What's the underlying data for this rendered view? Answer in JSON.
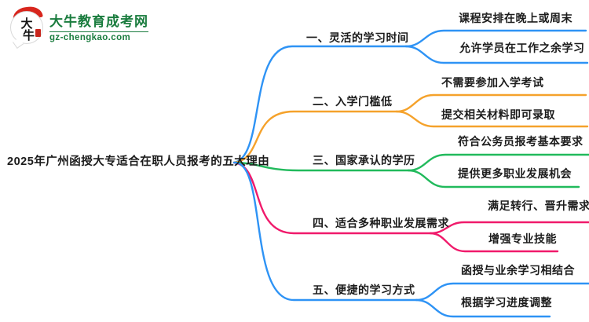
{
  "site": {
    "logo_title": "大牛教育成考网",
    "logo_domain": "gz-chengkao.com",
    "logo_char_top": "大",
    "logo_char_bottom": "牛",
    "brand_green": "#1a7c3e"
  },
  "mindmap": {
    "root": {
      "label": "2025年广州函授大专适合在职人员报考的五大理由"
    },
    "branches": [
      {
        "label": "一、灵活的学习时间",
        "color": "#2e93f5",
        "children": [
          "课程安排在晚上或周末",
          "允许学员在工作之余学习"
        ]
      },
      {
        "label": "二、入学门槛低",
        "color": "#f5a22b",
        "children": [
          "不需要参加入学考试",
          "提交相关材料即可录取"
        ]
      },
      {
        "label": "三、国家承认的学历",
        "color": "#21ba5c",
        "children": [
          "符合公务员报考基本要求",
          "提供更多职业发展机会"
        ]
      },
      {
        "label": "四、适合多种职业发展需求",
        "color": "#f01a6b",
        "children": [
          "满足转行、晋升需求",
          "增强专业技能"
        ]
      },
      {
        "label": "五、便捷的学习方式",
        "color": "#2e93f5",
        "children": [
          "函授与业余学习相结合",
          "根据学习进度调整"
        ]
      }
    ]
  }
}
